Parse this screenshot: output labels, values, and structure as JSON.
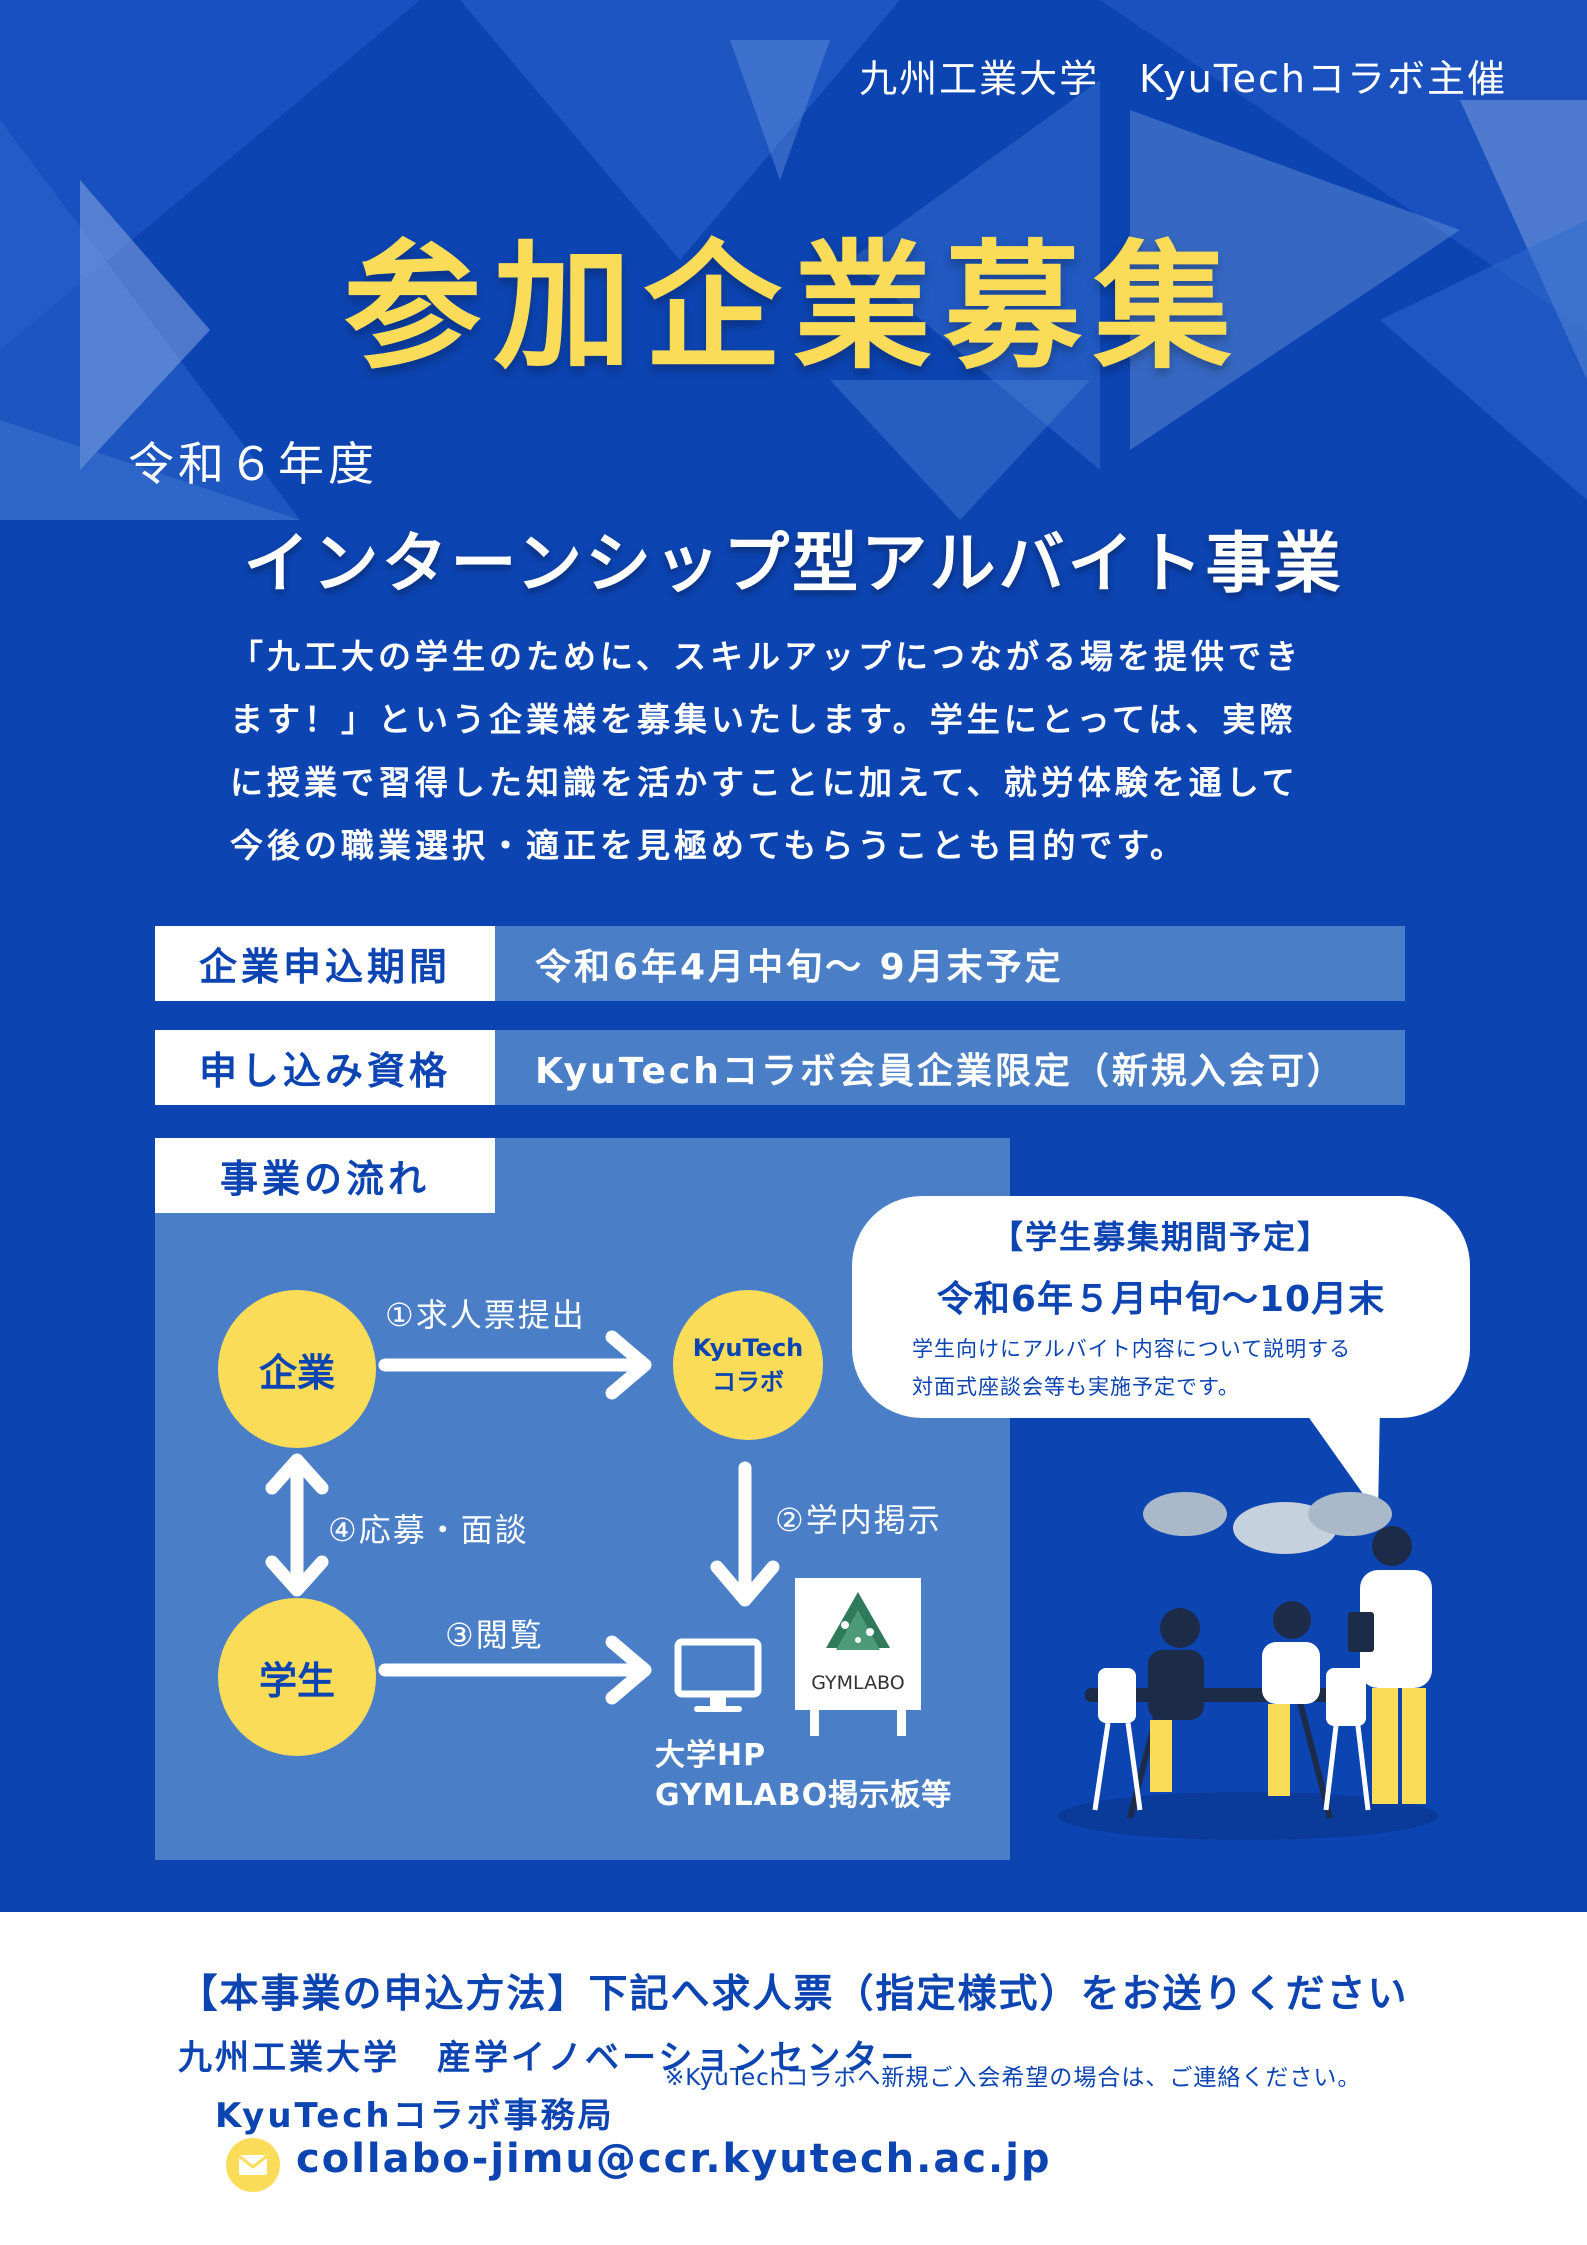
{
  "header": {
    "organizer": "九州工業大学　KyuTechコラボ主催",
    "main_title": "参加企業募集",
    "year": "令和６年度",
    "project_name": "インターンシップ型アルバイト事業"
  },
  "intro": {
    "lines": [
      "「九工大の学生のために、スキルアップにつながる場を提供でき",
      "ます！」という企業様を募集いたします。学生にとっては、実際",
      "に授業で習得した知識を活かすことに加えて、就労体験を通して",
      "今後の職業選択・適正を見極めてもらうことも目的です。"
    ]
  },
  "info": {
    "period_label": "企業申込期間",
    "period_value": "令和6年4月中旬〜 9月末予定",
    "qualification_label": "申し込み資格",
    "qualification_value": "KyuTechコラボ会員企業限定（新規入会可）"
  },
  "flow": {
    "title": "事業の流れ",
    "company": "企業",
    "student": "学生",
    "kyutech_line1": "KyuTech",
    "kyutech_line2": "コラボ",
    "step1": "①求人票提出",
    "step2": "②学内掲示",
    "step3": "③閲覧",
    "step4": "④応募・面談",
    "board_logo": "GYMLABO",
    "target_line1": "大学HP",
    "target_line2": "GYMLABO掲示板等"
  },
  "bubble": {
    "title": "【学生募集期間予定】",
    "period": "令和6年５月中旬〜10月末",
    "note_line1": "学生向けにアルバイト内容について説明する",
    "note_line2": "対面式座談会等も実施予定です。"
  },
  "footer": {
    "title": "【本事業の申込方法】下記へ求人票（指定様式）をお送りください",
    "org_line1": "九州工業大学　産学イノベーションセンター",
    "org_line2": "KyuTechコラボ事務局",
    "note": "※KyuTechコラボへ新規ご入会希望の場合は、ご連絡ください。",
    "email": "collabo-jimu@ccr.kyutech.ac.jp"
  },
  "colors": {
    "primary_blue": "#0c44b2",
    "panel_blue": "#4a7fc8",
    "accent_yellow": "#fbdc59",
    "white": "#ffffff"
  }
}
